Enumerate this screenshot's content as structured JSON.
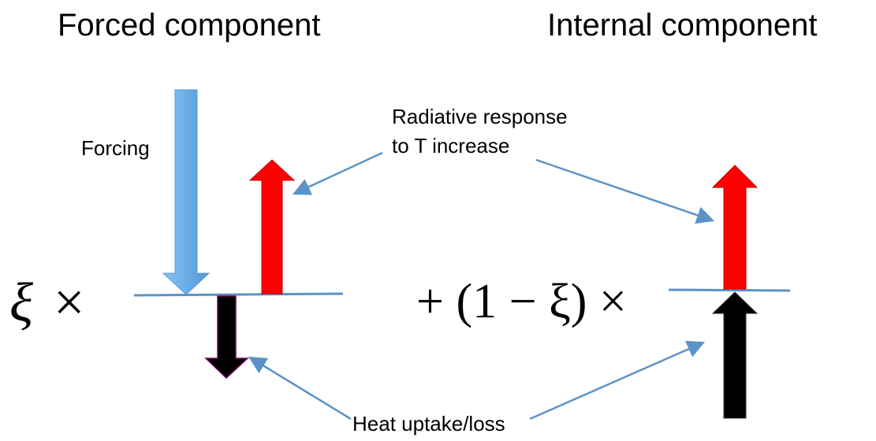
{
  "titles": {
    "forced": "Forced component",
    "internal": "Internal component"
  },
  "labels": {
    "forcing": "Forcing",
    "radiative_line1": "Radiative response",
    "radiative_line2": "to T increase",
    "heat": "Heat uptake/loss"
  },
  "math": {
    "left_factor": "ξ ×",
    "right_factor": "+ (1 − ξ) ×"
  },
  "colors": {
    "forcing_arrow": "#6aaee8",
    "radiative_arrow": "#ff0000",
    "heat_arrow": "#000000",
    "pointer_lines": "#5b93c7",
    "baseline": "#5b93c7"
  }
}
